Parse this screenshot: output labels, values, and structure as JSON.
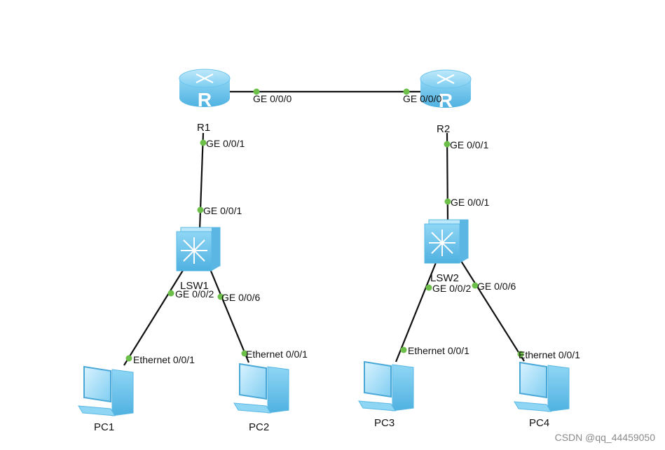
{
  "diagram": {
    "devices": {
      "r1": {
        "label": "R1",
        "icon": "router-icon"
      },
      "r2": {
        "label": "R2",
        "icon": "router-icon"
      },
      "lsw1": {
        "label": "LSW1",
        "icon": "switch-icon"
      },
      "lsw2": {
        "label": "LSW2",
        "icon": "switch-icon"
      },
      "pc1": {
        "label": "PC1",
        "icon": "pc-icon"
      },
      "pc2": {
        "label": "PC2",
        "icon": "pc-icon"
      },
      "pc3": {
        "label": "PC3",
        "icon": "pc-icon"
      },
      "pc4": {
        "label": "PC4",
        "icon": "pc-icon"
      }
    },
    "links": [
      {
        "from": "R1",
        "to": "R2",
        "from_port": "GE 0/0/0",
        "to_port": "GE 0/0/0"
      },
      {
        "from": "R1",
        "to": "LSW1",
        "from_port": "GE 0/0/1",
        "to_port": "GE 0/0/1"
      },
      {
        "from": "R2",
        "to": "LSW2",
        "from_port": "GE 0/0/1",
        "to_port": "GE 0/0/1"
      },
      {
        "from": "LSW1",
        "to": "PC1",
        "from_port": "GE 0/0/2",
        "to_port": "Ethernet 0/0/1"
      },
      {
        "from": "LSW1",
        "to": "PC2",
        "from_port": "GE 0/0/6",
        "to_port": "Ethernet 0/0/1"
      },
      {
        "from": "LSW2",
        "to": "PC3",
        "from_port": "GE 0/0/2",
        "to_port": "Ethernet 0/0/1"
      },
      {
        "from": "LSW2",
        "to": "PC4",
        "from_port": "GE 0/0/6",
        "to_port": "Ethernet 0/0/1"
      }
    ]
  },
  "watermark": "CSDN @qq_44459050",
  "colors": {
    "device": "#7ecdf0",
    "device_dark": "#4aa8d8",
    "port_dot": "#6cc04a",
    "link": "#111111"
  }
}
